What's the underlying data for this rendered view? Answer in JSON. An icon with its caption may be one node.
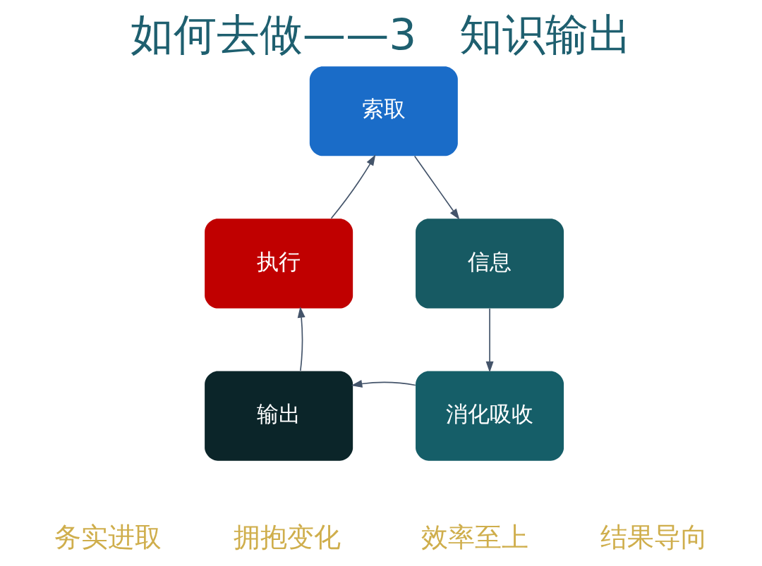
{
  "diagram": {
    "title": "如何去做——3　知识输出",
    "nodes": [
      {
        "text": [
          "索取"
        ]
      },
      {
        "text": [
          "信息"
        ]
      },
      {
        "text": [
          "消化吸收"
        ]
      },
      {
        "text": [
          "输出"
        ]
      },
      {
        "text": [
          "执行"
        ]
      }
    ],
    "edges": [
      {
        "from": 0,
        "to": 1,
        "arrow": "to"
      },
      {
        "from": 1,
        "to": 2,
        "arrow": "to"
      },
      {
        "from": 2,
        "to": 3,
        "arrow": "to"
      },
      {
        "from": 3,
        "to": 4,
        "arrow": "to"
      },
      {
        "from": 4,
        "to": 0,
        "arrow": "to"
      }
    ],
    "labels": [
      "务实进取",
      "拥抱变化",
      "效率至上",
      "结果导向"
    ]
  }
}
